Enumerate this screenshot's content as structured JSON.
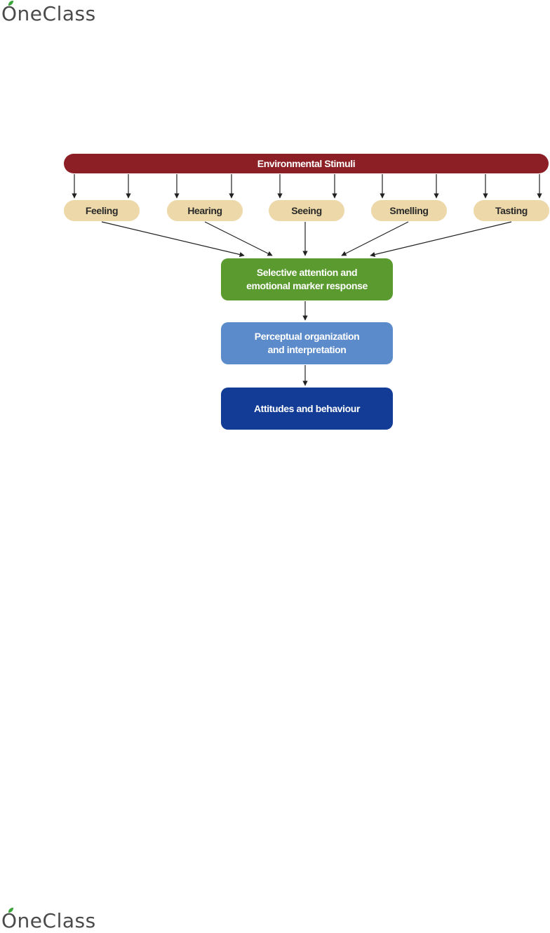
{
  "brand": {
    "name": "OneClass",
    "o_letter": "O",
    "rest": "neClass",
    "accent": "#3aa63a"
  },
  "diagram": {
    "top": "Environmental Stimuli",
    "senses": [
      "Feeling",
      "Hearing",
      "Seeing",
      "Smelling",
      "Tasting"
    ],
    "stages": [
      {
        "line1": "Selective attention and",
        "line2": "emotional marker response"
      },
      {
        "line1": "Perceptual organization",
        "line2": "and interpretation"
      },
      {
        "line1": "Attitudes and behaviour",
        "line2": ""
      }
    ],
    "colors": {
      "stimuli": "#8c1f25",
      "senses": "#ecd8a8",
      "attention": "#5a9a2f",
      "perceptual": "#5b8bca",
      "attitudes": "#123c95"
    }
  }
}
